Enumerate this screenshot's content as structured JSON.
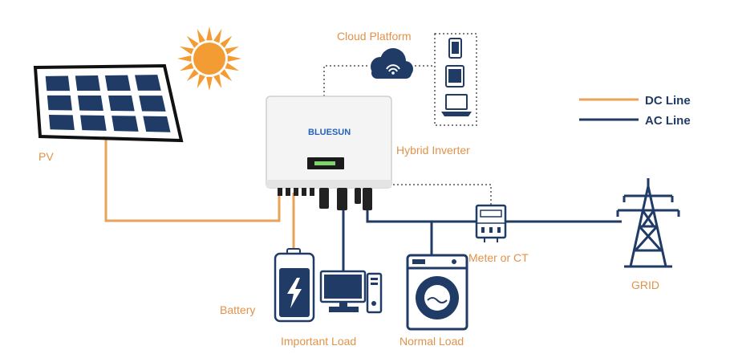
{
  "labels": {
    "pv": "PV",
    "cloud": "Cloud Platform",
    "inverter": "Hybrid Inverter",
    "battery": "Battery",
    "important_load": "Important Load",
    "normal_load": "Normal Load",
    "meter": "Meter or CT",
    "grid": "GRID",
    "brand": "BLUESUN"
  },
  "legend": {
    "dc": "DC Line",
    "ac": "AC Line"
  },
  "colors": {
    "dc_line": "#e8a35a",
    "ac_line": "#1f3b66",
    "label": "#e0934a",
    "panel": "#1f3b66",
    "sun": "#f39c34"
  }
}
